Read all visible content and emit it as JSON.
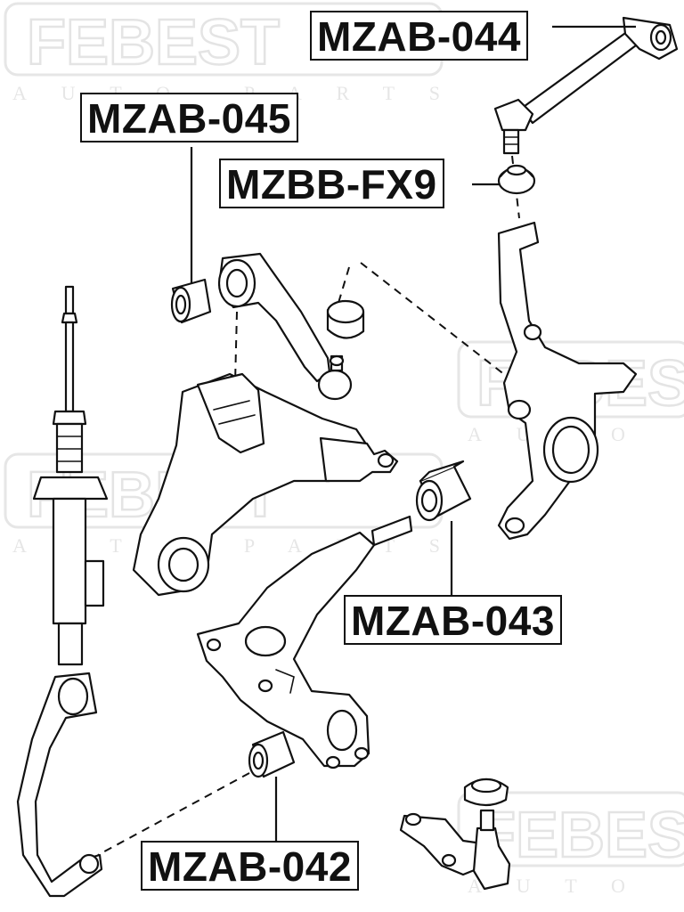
{
  "watermark": {
    "brand": "FEBEST",
    "tagline": "AUTO PARTS"
  },
  "callouts": {
    "mzab_044": "MZAB-044",
    "mzab_045": "MZAB-045",
    "mzbb_fx9": "MZBB-FX9",
    "mzab_043": "MZAB-043",
    "mzab_042": "MZAB-042"
  }
}
